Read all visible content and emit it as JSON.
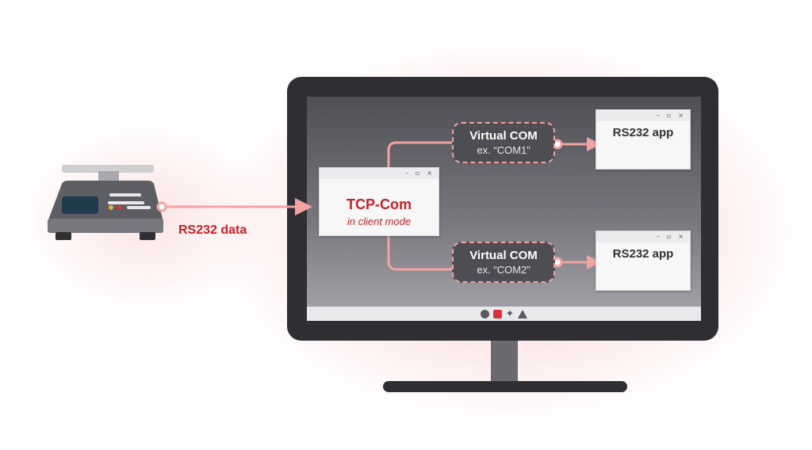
{
  "diagram": {
    "input_label": "RS232 data",
    "main_window": {
      "title": "TCP-Com",
      "subtitle": "in client mode",
      "controls": [
        "–",
        "▫",
        "×"
      ]
    },
    "virtual_ports": [
      {
        "title": "Virtual COM",
        "example": "ex. “COM1”"
      },
      {
        "title": "Virtual COM",
        "example": "ex. “COM2”"
      }
    ],
    "apps": [
      {
        "label": "RS232 app",
        "controls": [
          "–",
          "▫",
          "×"
        ]
      },
      {
        "label": "RS232 app",
        "controls": [
          "–",
          "▫",
          "×"
        ]
      }
    ],
    "colors": {
      "accent": "#c62027",
      "connector": "#f4a3a3",
      "screen": "#5e5e64",
      "frame": "#2f2f33"
    },
    "icons": [
      "scale-device-icon",
      "monitor-icon",
      "circle-icon",
      "square-icon",
      "sparkle-icon",
      "triangle-icon"
    ]
  }
}
